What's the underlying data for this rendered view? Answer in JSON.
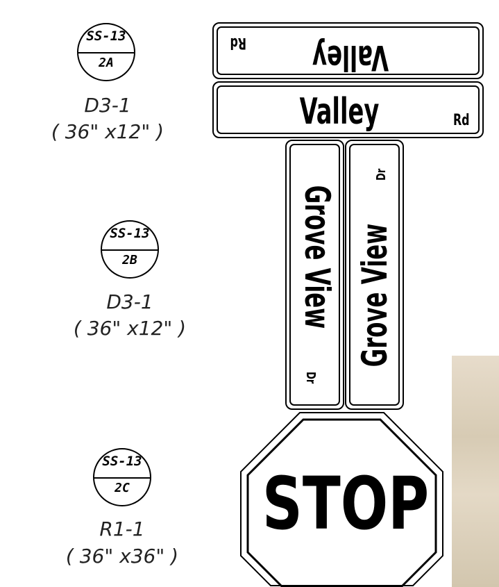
{
  "callouts": [
    {
      "sheet": "SS-13",
      "detail": "2A",
      "sign_code": "D3-1",
      "size": "( 36\" x12\" )"
    },
    {
      "sheet": "SS-13",
      "detail": "2B",
      "sign_code": "D3-1",
      "size": "( 36\" x12\" )"
    },
    {
      "sheet": "SS-13",
      "detail": "2C",
      "sign_code": "R1-1",
      "size": "( 36\" x36\" )"
    }
  ],
  "street_signs": {
    "valley_top": {
      "name": "Valley",
      "suffix": "Rd"
    },
    "valley_bottom": {
      "name": "Valley",
      "suffix": "Rd"
    },
    "grove_left": {
      "name": "Grove View",
      "suffix": "Dr"
    },
    "grove_right": {
      "name": "Grove View",
      "suffix": "Dr"
    }
  },
  "stop_sign": {
    "text": "STOP"
  }
}
